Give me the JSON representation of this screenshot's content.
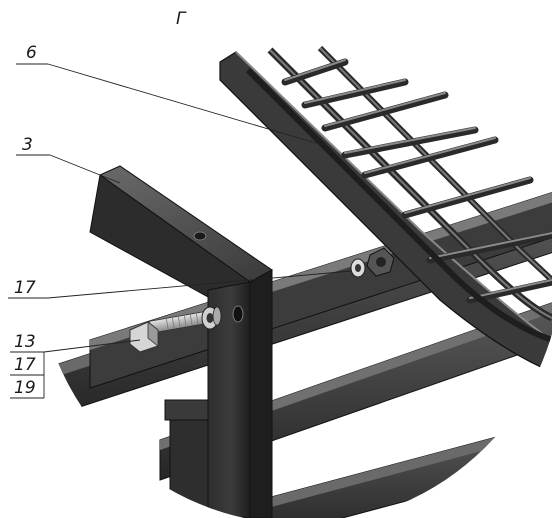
{
  "view_label": "Г",
  "callouts": {
    "part_6": "6",
    "part_3": "3",
    "part_17_washer": "17",
    "part_13_bolt": "13",
    "part_17_bolt": "17",
    "part_19_bolt": "19"
  },
  "colors": {
    "steel_dark": "#2a2a2a",
    "steel_mid": "#4a4a4a",
    "steel_light": "#6e6e6e",
    "edge": "#111111",
    "highlight": "#9a9a9a",
    "washer": "#c8c8c8"
  }
}
